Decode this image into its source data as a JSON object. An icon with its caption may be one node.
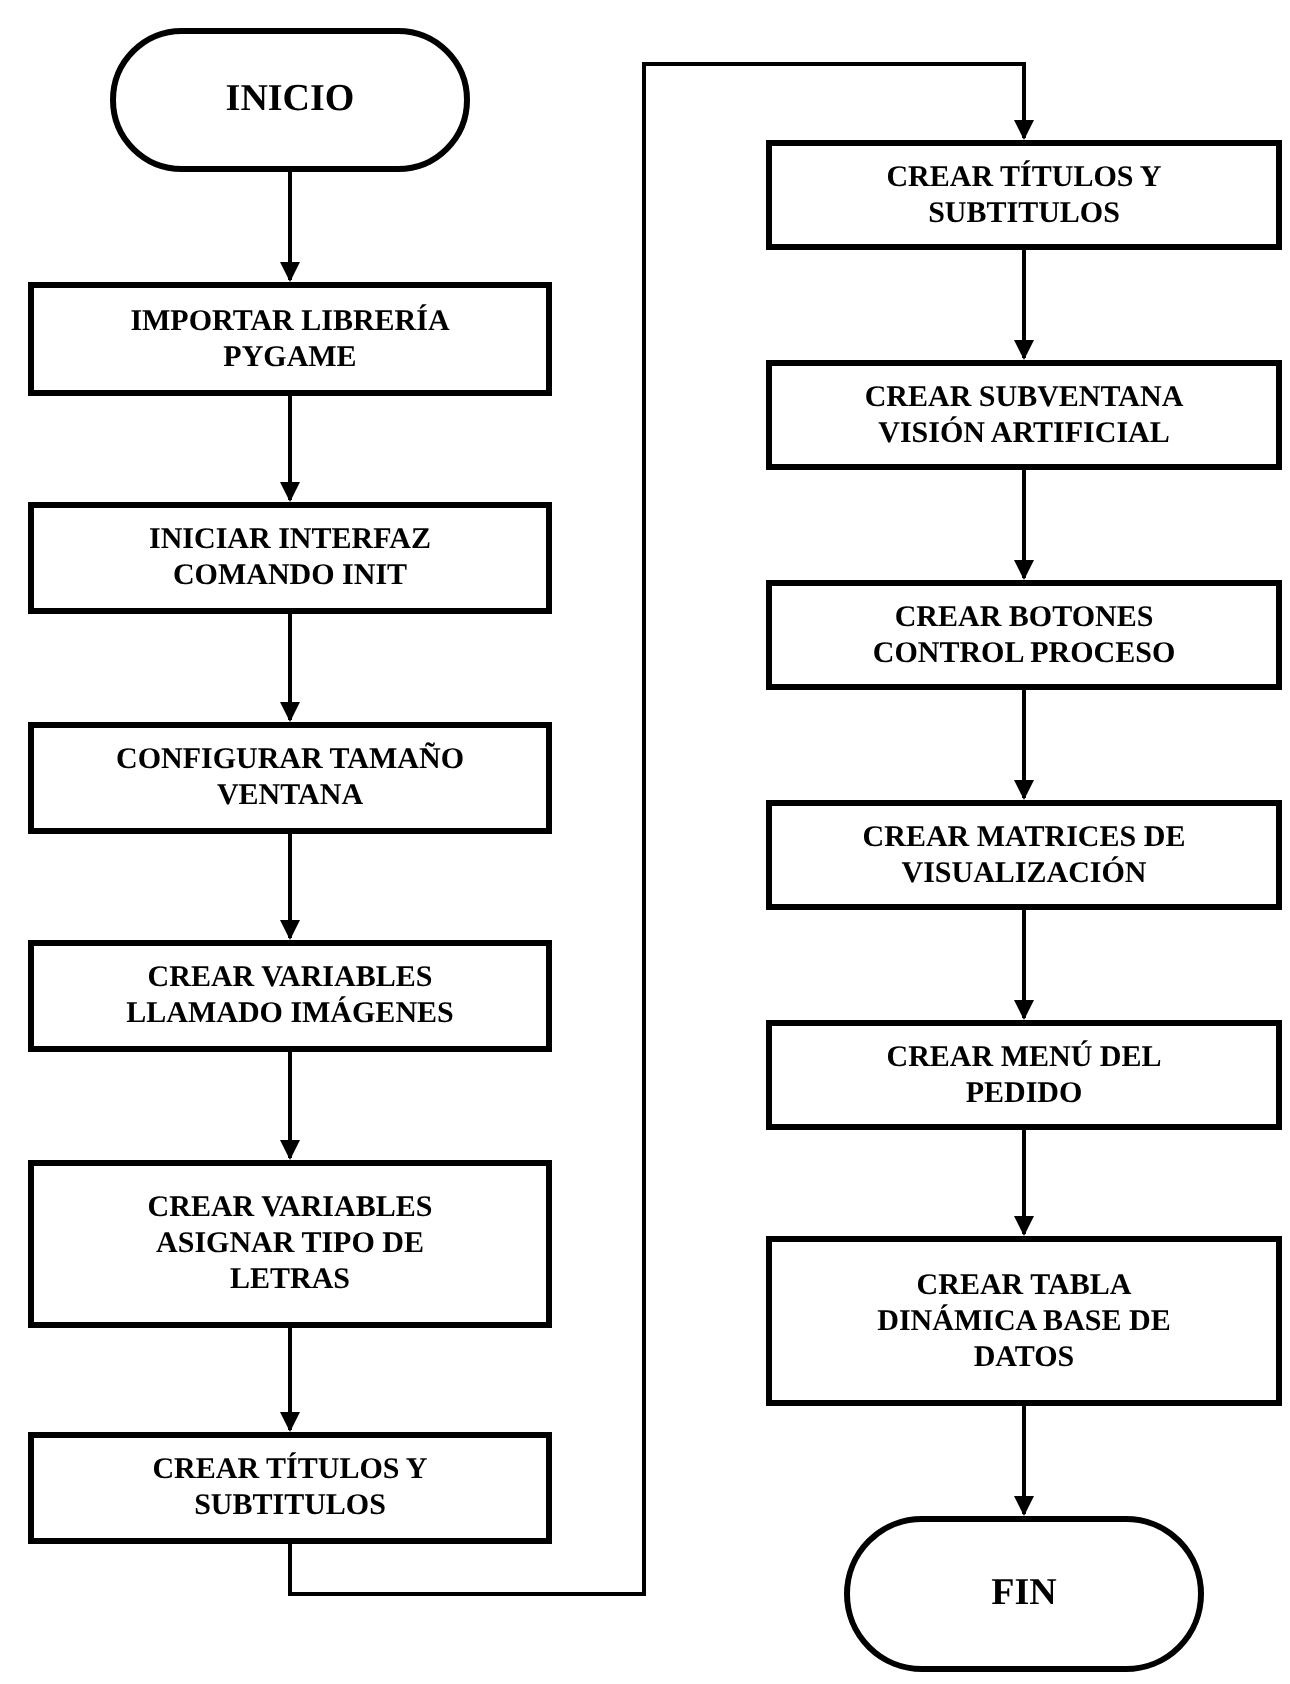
{
  "diagram": {
    "nodes": [
      {
        "text": [
          "INICIO"
        ]
      },
      {
        "text": [
          "IMPORTAR LIBRERÍA PYGAME"
        ]
      },
      {
        "text": [
          "INICIAR INTERFAZ COMANDO INIT"
        ]
      },
      {
        "text": [
          "CONFIGURAR TAMAÑO VENTANA"
        ]
      },
      {
        "text": [
          "CREAR VARIABLES LLAMADO IMÁGENES"
        ]
      },
      {
        "text": [
          "CREAR VARIABLES ASIGNAR TIPO DE LETRAS"
        ]
      },
      {
        "text": [
          "CREAR TÍTULOS Y SUBTITULOS"
        ]
      },
      {
        "text": [
          "CREAR TÍTULOS Y SUBTITULOS"
        ]
      },
      {
        "text": [
          "CREAR SUBVENTANA VISIÓN ARTIFICIAL"
        ]
      },
      {
        "text": [
          "CREAR BOTONES CONTROL PROCESO"
        ]
      },
      {
        "text": [
          "CREAR MATRICES DE VISUALIZACIÓN"
        ]
      },
      {
        "text": [
          "CREAR MENÚ DEL PEDIDO"
        ]
      },
      {
        "text": [
          "CREAR TABLA DINÁMICA BASE DE DATOS"
        ]
      },
      {
        "text": [
          "FIN"
        ]
      }
    ],
    "edges": [
      {
        "from": 0,
        "to": 1,
        "arrow": "to"
      },
      {
        "from": 1,
        "to": 2,
        "arrow": "to"
      },
      {
        "from": 2,
        "to": 3,
        "arrow": "to"
      },
      {
        "from": 3,
        "to": 4,
        "arrow": "to"
      },
      {
        "from": 4,
        "to": 5,
        "arrow": "to"
      },
      {
        "from": 5,
        "to": 6,
        "arrow": "to"
      },
      {
        "from": 6,
        "to": 7,
        "arrow": "to"
      },
      {
        "from": 7,
        "to": 8,
        "arrow": "to"
      },
      {
        "from": 8,
        "to": 9,
        "arrow": "to"
      },
      {
        "from": 9,
        "to": 10,
        "arrow": "to"
      },
      {
        "from": 10,
        "to": 11,
        "arrow": "to"
      },
      {
        "from": 11,
        "to": 12,
        "arrow": "to"
      },
      {
        "from": 12,
        "to": 13,
        "arrow": "to"
      }
    ]
  }
}
